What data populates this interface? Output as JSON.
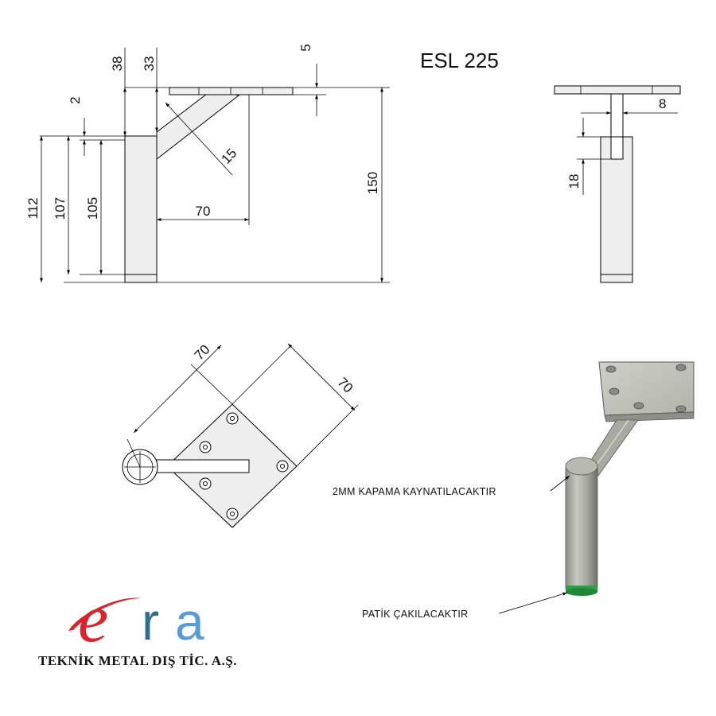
{
  "title": "ESL 225",
  "dimensions": {
    "d38": "38",
    "d33": "33",
    "d5": "5",
    "d2": "2",
    "d112": "112",
    "d107": "107",
    "d105": "105",
    "d15": "15",
    "d70": "70",
    "d150": "150",
    "d8": "8",
    "d18": "18",
    "top70a": "70",
    "top70b": "70"
  },
  "notes": {
    "weld_cap": "2MM KAPAMA KAYNATILACAKTIR",
    "foot_pad": "PATİK ÇAKILACAKTIR"
  },
  "brand": {
    "logo_e": "e",
    "logo_r": "r",
    "logo_a": "a",
    "company": "TEKNİK METAL DIŞ TİC. A.Ş."
  },
  "colors": {
    "logo_red": "#d9232d",
    "logo_teal": "#2f6f8d",
    "logo_blue": "#5b9bd5",
    "foot_green": "#2e9e45"
  }
}
